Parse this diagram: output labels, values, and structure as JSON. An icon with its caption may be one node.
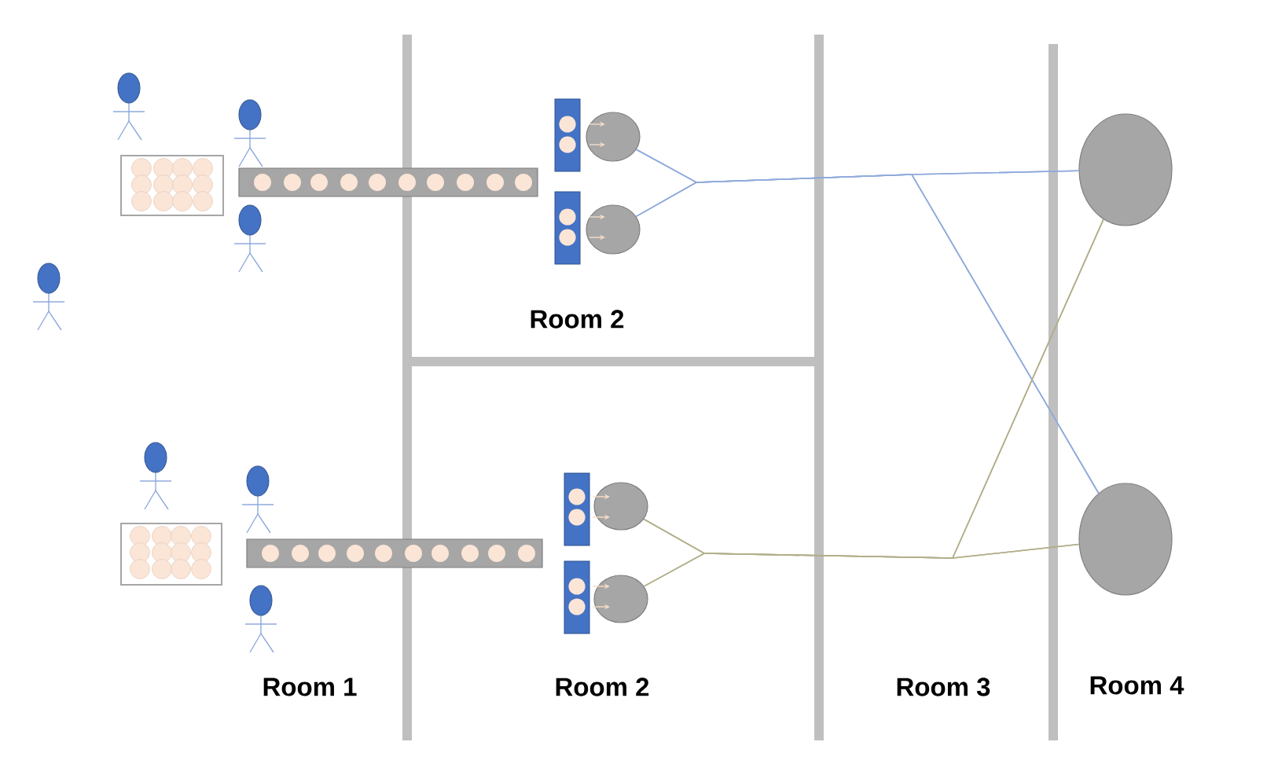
{
  "diagram": {
    "nodes": [
      {
        "text": [],
        "shape": "circle"
      },
      {
        "text": [],
        "shape": "circle"
      },
      {
        "text": [],
        "shape": "circle"
      },
      {
        "text": [],
        "shape": "circle"
      },
      {
        "text": [],
        "shape": "circle"
      },
      {
        "text": [],
        "shape": "circle"
      }
    ],
    "edges": [
      {
        "from": 0,
        "to": 4,
        "arrow": "none",
        "color": "#8faadc"
      },
      {
        "from": 0,
        "to": 5,
        "arrow": "none",
        "color": "#8faadc"
      },
      {
        "from": 1,
        "to": 4,
        "arrow": "none",
        "color": "#8faadc"
      },
      {
        "from": 1,
        "to": 5,
        "arrow": "none",
        "color": "#8faadc"
      },
      {
        "from": 2,
        "to": 5,
        "arrow": "none",
        "color": "#b2ae8a"
      },
      {
        "from": 2,
        "to": 4,
        "arrow": "none",
        "color": "#b2ae8a"
      },
      {
        "from": 3,
        "to": 5,
        "arrow": "none",
        "color": "#b2ae8a"
      },
      {
        "from": 3,
        "to": 4,
        "arrow": "none",
        "color": "#b2ae8a"
      }
    ],
    "labels": [
      "Room 2",
      "Room 1",
      "Room 2",
      "Room 3",
      "Room 4"
    ]
  }
}
